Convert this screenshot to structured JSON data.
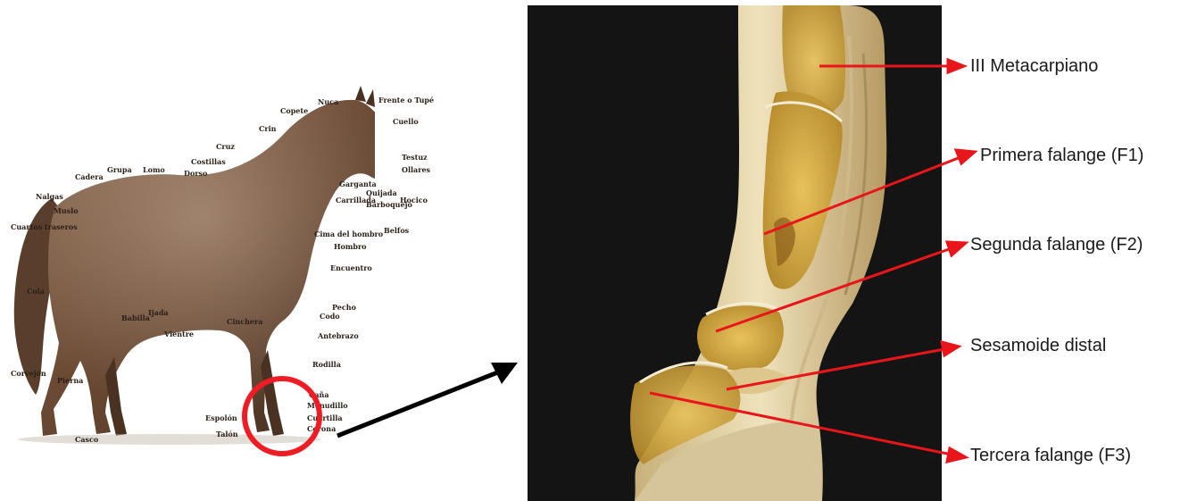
{
  "colors": {
    "arrow_red": "#e8161b",
    "arrow_black": "#000000",
    "horse_coat": "#6b4a34",
    "photo_background": "#141414",
    "bone_marrow": "#d7b04c",
    "tissue_cream": "#e9dcb4",
    "circle_red": "#ee1c24"
  },
  "horse_diagram": {
    "parts": [
      "Copete",
      "Crin",
      "Cruz",
      "Costillas",
      "Dorso",
      "Lomo",
      "Grupa",
      "Cadera",
      "Nalgas",
      "Cuartos traseros",
      "Cola",
      "Muslo",
      "Babilla",
      "Ijada",
      "Vientre",
      "Cinchera",
      "Codo",
      "Antebrazo",
      "Rodilla",
      "Caña",
      "Menudillo",
      "Cuartilla",
      "Corona",
      "Casco",
      "Talón",
      "Espolón",
      "Pecho",
      "Encuentro",
      "Hombro",
      "Cima del hombro",
      "Garganta",
      "Carrillada",
      "Quijada",
      "Barboquejo",
      "Hocico",
      "Ollares",
      "Belfos",
      "Testuz",
      "Frente o Tupé",
      "Nuca",
      "Cuello",
      "Corvejón",
      "Pierna"
    ],
    "circle_icon": "red-circle-highlight"
  },
  "connector_icon": "black-arrow",
  "hoof_section": {
    "labels": {
      "metacarpal": "III Metacarpiano",
      "f1": "Primera falange (F1)",
      "f2": "Segunda falange (F2)",
      "sesamoid": "Sesamoide distal",
      "f3": "Tercera falange  (F3)"
    }
  }
}
